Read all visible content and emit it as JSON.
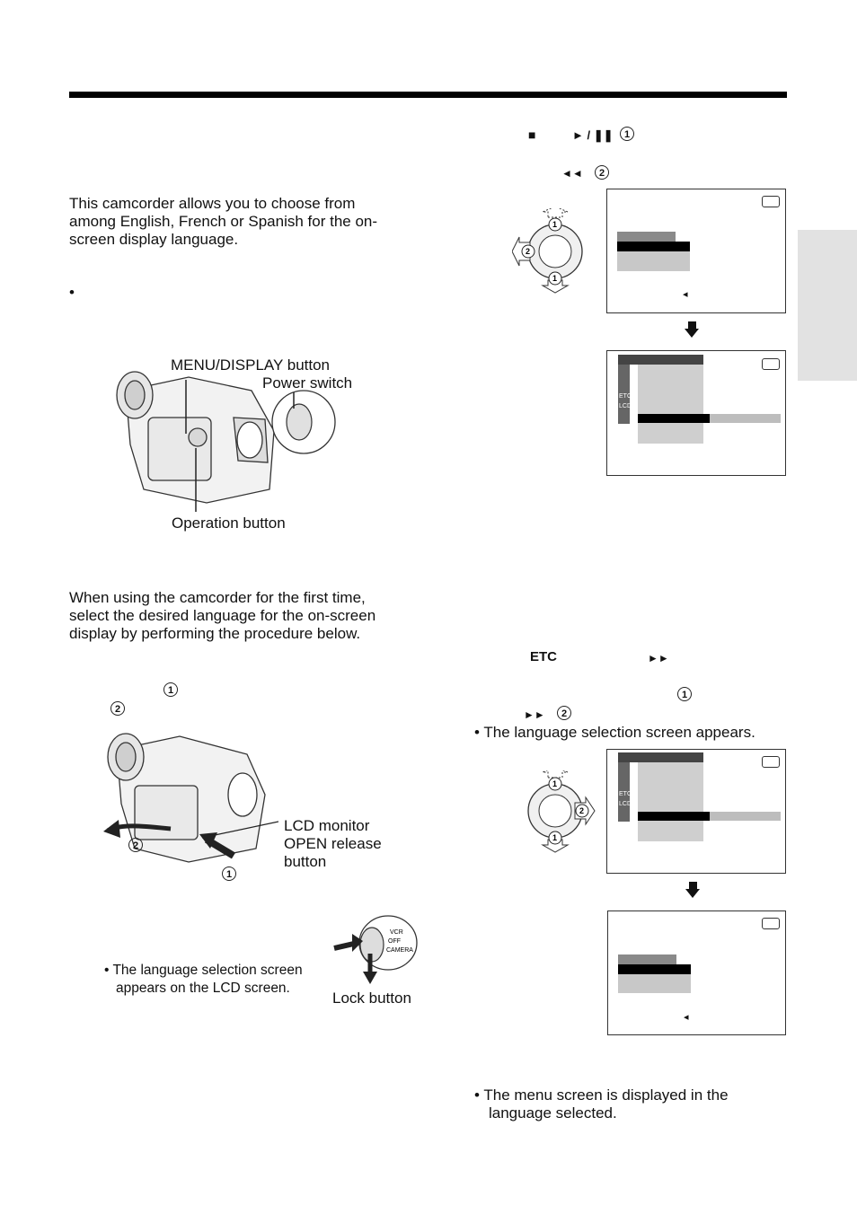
{
  "intro": "This camcorder allows you to choose from among English, French or Spanish for the on-screen display language.",
  "intro_lines": [
    "This camcorder allows you to choose from",
    "among English, French or Spanish for the on-",
    "screen display language."
  ],
  "bullet_symbol": "•",
  "callouts": {
    "menu_display": "MENU/DISPLAY button",
    "power_switch": "Power switch",
    "operation_button": "Operation button",
    "lcd_open_release": [
      "LCD monitor",
      "OPEN release",
      "button"
    ],
    "lock_button": "Lock button"
  },
  "first_time_lines": [
    "When using the camcorder for the first time,",
    "select the desired language for the on-screen",
    "display by performing the procedure below."
  ],
  "lcd_note_lines": [
    "• The language selection screen",
    "appears on the LCD screen."
  ],
  "step_labels": {
    "one": "1",
    "two": "2"
  },
  "glyphs": {
    "stop": "■",
    "play_pause": "► / ❚❚",
    "rewind": "◄◄",
    "fast_forward": "►►",
    "etc": "ETC",
    "arrow_left_small": "◂"
  },
  "osd_icons": {
    "lcd": "LCD",
    "etc": "ETC"
  },
  "right_notes": {
    "language_screen": "• The language selection screen appears.",
    "menu_language": [
      "• The menu screen is displayed in the",
      "language selected."
    ]
  }
}
